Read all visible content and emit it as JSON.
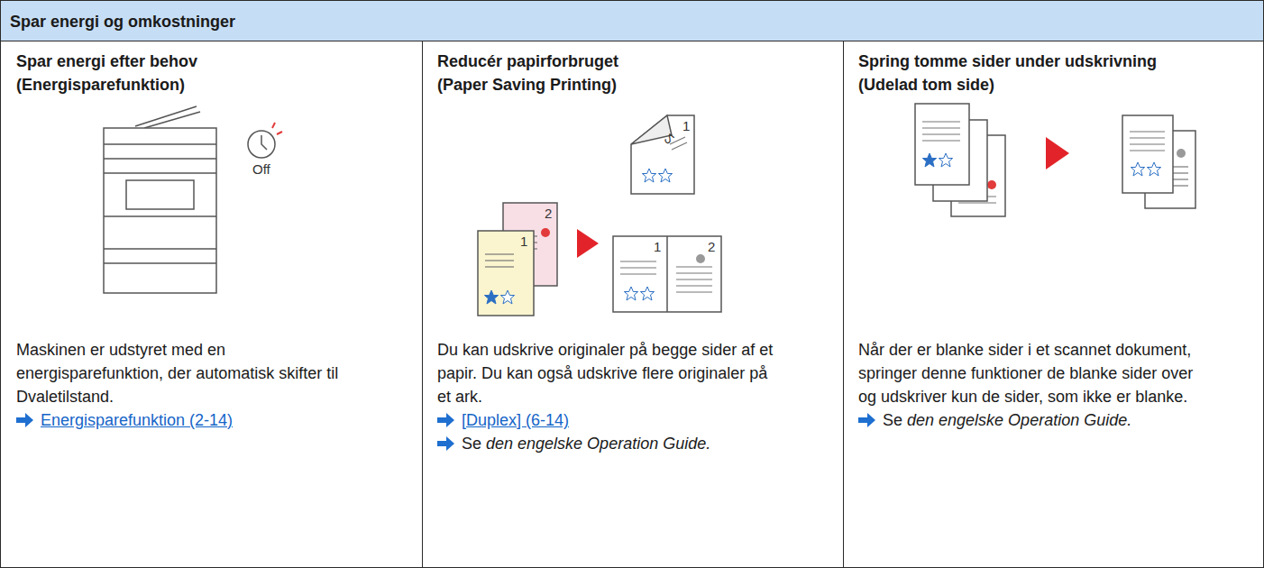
{
  "diagram": {
    "nodes": [
      {
        "text": [
          "Spar energi og omkostninger"
        ]
      },
      {
        "text": [
          "Spar energi efter behov",
          "(Energisparefunktion)",
          "Maskinen er udstyret med en energisparefunktion, der automatisk skifter til Dvaletilstand.",
          "Energisparefunktion (2-14)"
        ]
      },
      {
        "text": [
          "Reducér papirforbruget",
          "(Paper Saving Printing)",
          "Du kan udskrive originaler på begge sider af et papir. Du kan også udskrive flere originaler på et ark.",
          "[Duplex] (6-14)",
          "Se",
          "den engelske Operation Guide."
        ]
      },
      {
        "text": [
          "Spring tomme sider under udskrivning",
          "(Udelad tom side)",
          "Når der er blanke sider i et scannet dokument, springer denne funktioner de blanke sider over og udskriver kun de sider, som ikke er blanke.",
          "Se",
          "den engelske Operation Guide."
        ]
      }
    ],
    "labels": [
      "Off",
      "2",
      "1",
      "1",
      "2",
      "1",
      "2"
    ]
  }
}
